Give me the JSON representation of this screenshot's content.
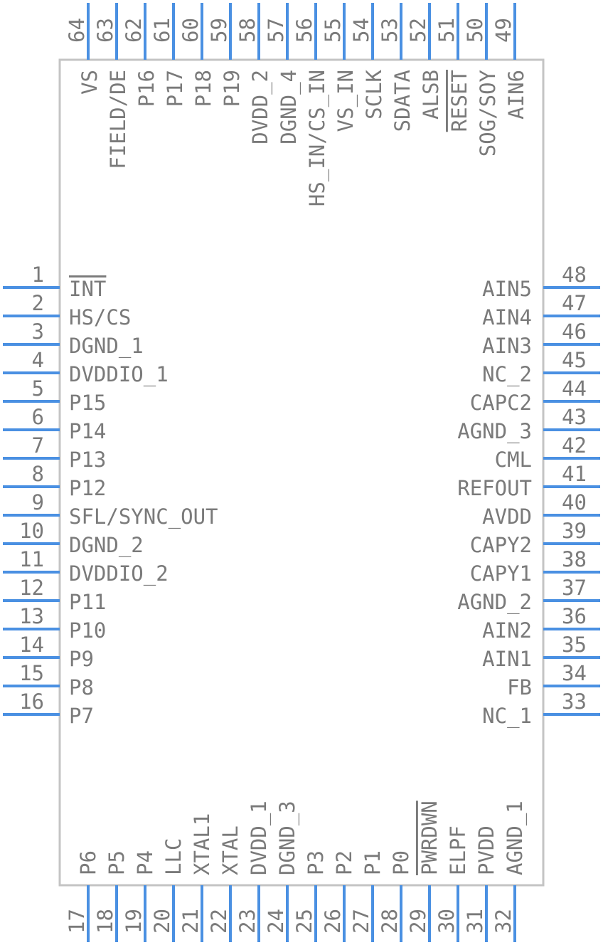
{
  "colors": {
    "body_outline": "#c4c4c4",
    "pin": "#4a90e2",
    "text": "#7a7a7a"
  },
  "left_pins": [
    {
      "num": "1",
      "label": "INT",
      "overline": true
    },
    {
      "num": "2",
      "label": "HS/CS"
    },
    {
      "num": "3",
      "label": "DGND_1"
    },
    {
      "num": "4",
      "label": "DVDDIO_1"
    },
    {
      "num": "5",
      "label": "P15"
    },
    {
      "num": "6",
      "label": "P14"
    },
    {
      "num": "7",
      "label": "P13"
    },
    {
      "num": "8",
      "label": "P12"
    },
    {
      "num": "9",
      "label": "SFL/SYNC_OUT"
    },
    {
      "num": "10",
      "label": "DGND_2"
    },
    {
      "num": "11",
      "label": "DVDDIO_2"
    },
    {
      "num": "12",
      "label": "P11"
    },
    {
      "num": "13",
      "label": "P10"
    },
    {
      "num": "14",
      "label": "P9"
    },
    {
      "num": "15",
      "label": "P8"
    },
    {
      "num": "16",
      "label": "P7"
    }
  ],
  "right_pins": [
    {
      "num": "48",
      "label": "AIN5"
    },
    {
      "num": "47",
      "label": "AIN4"
    },
    {
      "num": "46",
      "label": "AIN3"
    },
    {
      "num": "45",
      "label": "NC_2"
    },
    {
      "num": "44",
      "label": "CAPC2"
    },
    {
      "num": "43",
      "label": "AGND_3"
    },
    {
      "num": "42",
      "label": "CML"
    },
    {
      "num": "41",
      "label": "REFOUT"
    },
    {
      "num": "40",
      "label": "AVDD"
    },
    {
      "num": "39",
      "label": "CAPY2"
    },
    {
      "num": "38",
      "label": "CAPY1"
    },
    {
      "num": "37",
      "label": "AGND_2"
    },
    {
      "num": "36",
      "label": "AIN2"
    },
    {
      "num": "35",
      "label": "AIN1"
    },
    {
      "num": "34",
      "label": "FB"
    },
    {
      "num": "33",
      "label": "NC_1"
    }
  ],
  "top_pins": [
    {
      "num": "64",
      "label": "VS"
    },
    {
      "num": "63",
      "label": "FIELD/DE"
    },
    {
      "num": "62",
      "label": "P16"
    },
    {
      "num": "61",
      "label": "P17"
    },
    {
      "num": "60",
      "label": "P18"
    },
    {
      "num": "59",
      "label": "P19"
    },
    {
      "num": "58",
      "label": "DVDD_2"
    },
    {
      "num": "57",
      "label": "DGND_4"
    },
    {
      "num": "56",
      "label": "HS_IN/CS_IN"
    },
    {
      "num": "55",
      "label": "VS_IN"
    },
    {
      "num": "54",
      "label": "SCLK"
    },
    {
      "num": "53",
      "label": "SDATA"
    },
    {
      "num": "52",
      "label": "ALSB"
    },
    {
      "num": "51",
      "label": "RESET",
      "overline": true
    },
    {
      "num": "50",
      "label": "SOG/SOY"
    },
    {
      "num": "49",
      "label": "AIN6"
    }
  ],
  "bottom_pins": [
    {
      "num": "17",
      "label": "P6"
    },
    {
      "num": "18",
      "label": "P5"
    },
    {
      "num": "19",
      "label": "P4"
    },
    {
      "num": "20",
      "label": "LLC"
    },
    {
      "num": "21",
      "label": "XTAL1"
    },
    {
      "num": "22",
      "label": "XTAL"
    },
    {
      "num": "23",
      "label": "DVDD_1"
    },
    {
      "num": "24",
      "label": "DGND_3"
    },
    {
      "num": "25",
      "label": "P3"
    },
    {
      "num": "26",
      "label": "P2"
    },
    {
      "num": "27",
      "label": "P1"
    },
    {
      "num": "28",
      "label": "P0"
    },
    {
      "num": "29",
      "label": "PWRDWN",
      "overline": true
    },
    {
      "num": "30",
      "label": "ELPF"
    },
    {
      "num": "31",
      "label": "PVDD"
    },
    {
      "num": "32",
      "label": "AGND_1"
    }
  ]
}
